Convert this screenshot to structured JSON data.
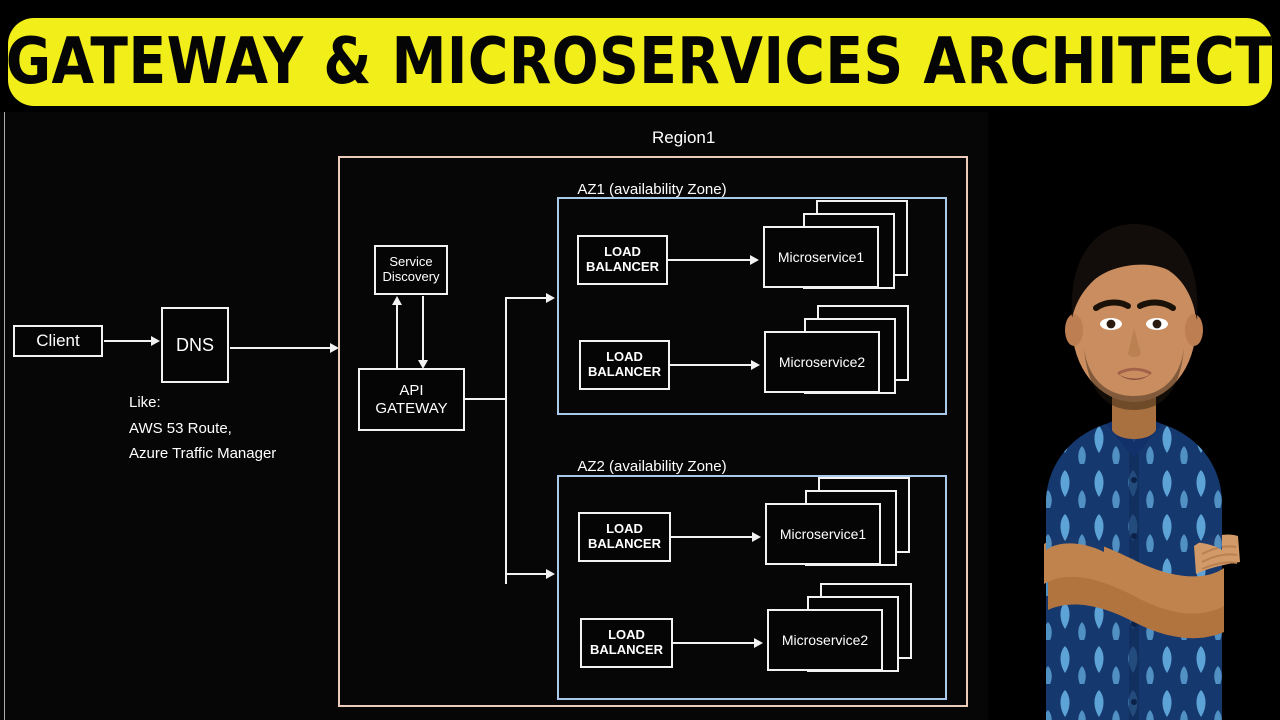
{
  "title": {
    "text": "API GATEWAY & MICROSERVICES ARCHITECTURE",
    "banner_color": "#f2ee1a",
    "text_color": "#050505"
  },
  "colors": {
    "background": "#000000",
    "slide_background": "#060606",
    "stroke": "#f2f2f2",
    "region_border": "#edcbbb",
    "az_border": "#a9c9ea",
    "text": "#ffffff"
  },
  "diagram": {
    "client": {
      "label": "Client"
    },
    "dns": {
      "label": "DNS",
      "note_lines": [
        "Like:",
        "AWS 53 Route,",
        "Azure Traffic Manager"
      ]
    },
    "service_discovery": {
      "label_line1": "Service",
      "label_line2": "Discovery"
    },
    "api_gateway": {
      "label_line1": "API",
      "label_line2": "GATEWAY"
    },
    "region": {
      "label": "Region1"
    },
    "zones": [
      {
        "label": "AZ1 (availability Zone)",
        "rows": [
          {
            "balancer_line1": "LOAD",
            "balancer_line2": "BALANCER",
            "service": "Microservice1"
          },
          {
            "balancer_line1": "LOAD",
            "balancer_line2": "BALANCER",
            "service": "Microservice2"
          }
        ]
      },
      {
        "label": "AZ2 (availability Zone)",
        "rows": [
          {
            "balancer_line1": "LOAD",
            "balancer_line2": "BALANCER",
            "service": "Microservice1"
          },
          {
            "balancer_line1": "LOAD",
            "balancer_line2": "BALANCER",
            "service": "Microservice2"
          }
        ]
      }
    ]
  },
  "presenter": {
    "description": "presenter webcam overlay",
    "shirt_color": "#15386e",
    "shirt_pattern_color": "#6bb6e8",
    "skin_color": "#c98d5f",
    "hair_color": "#120d0a"
  }
}
